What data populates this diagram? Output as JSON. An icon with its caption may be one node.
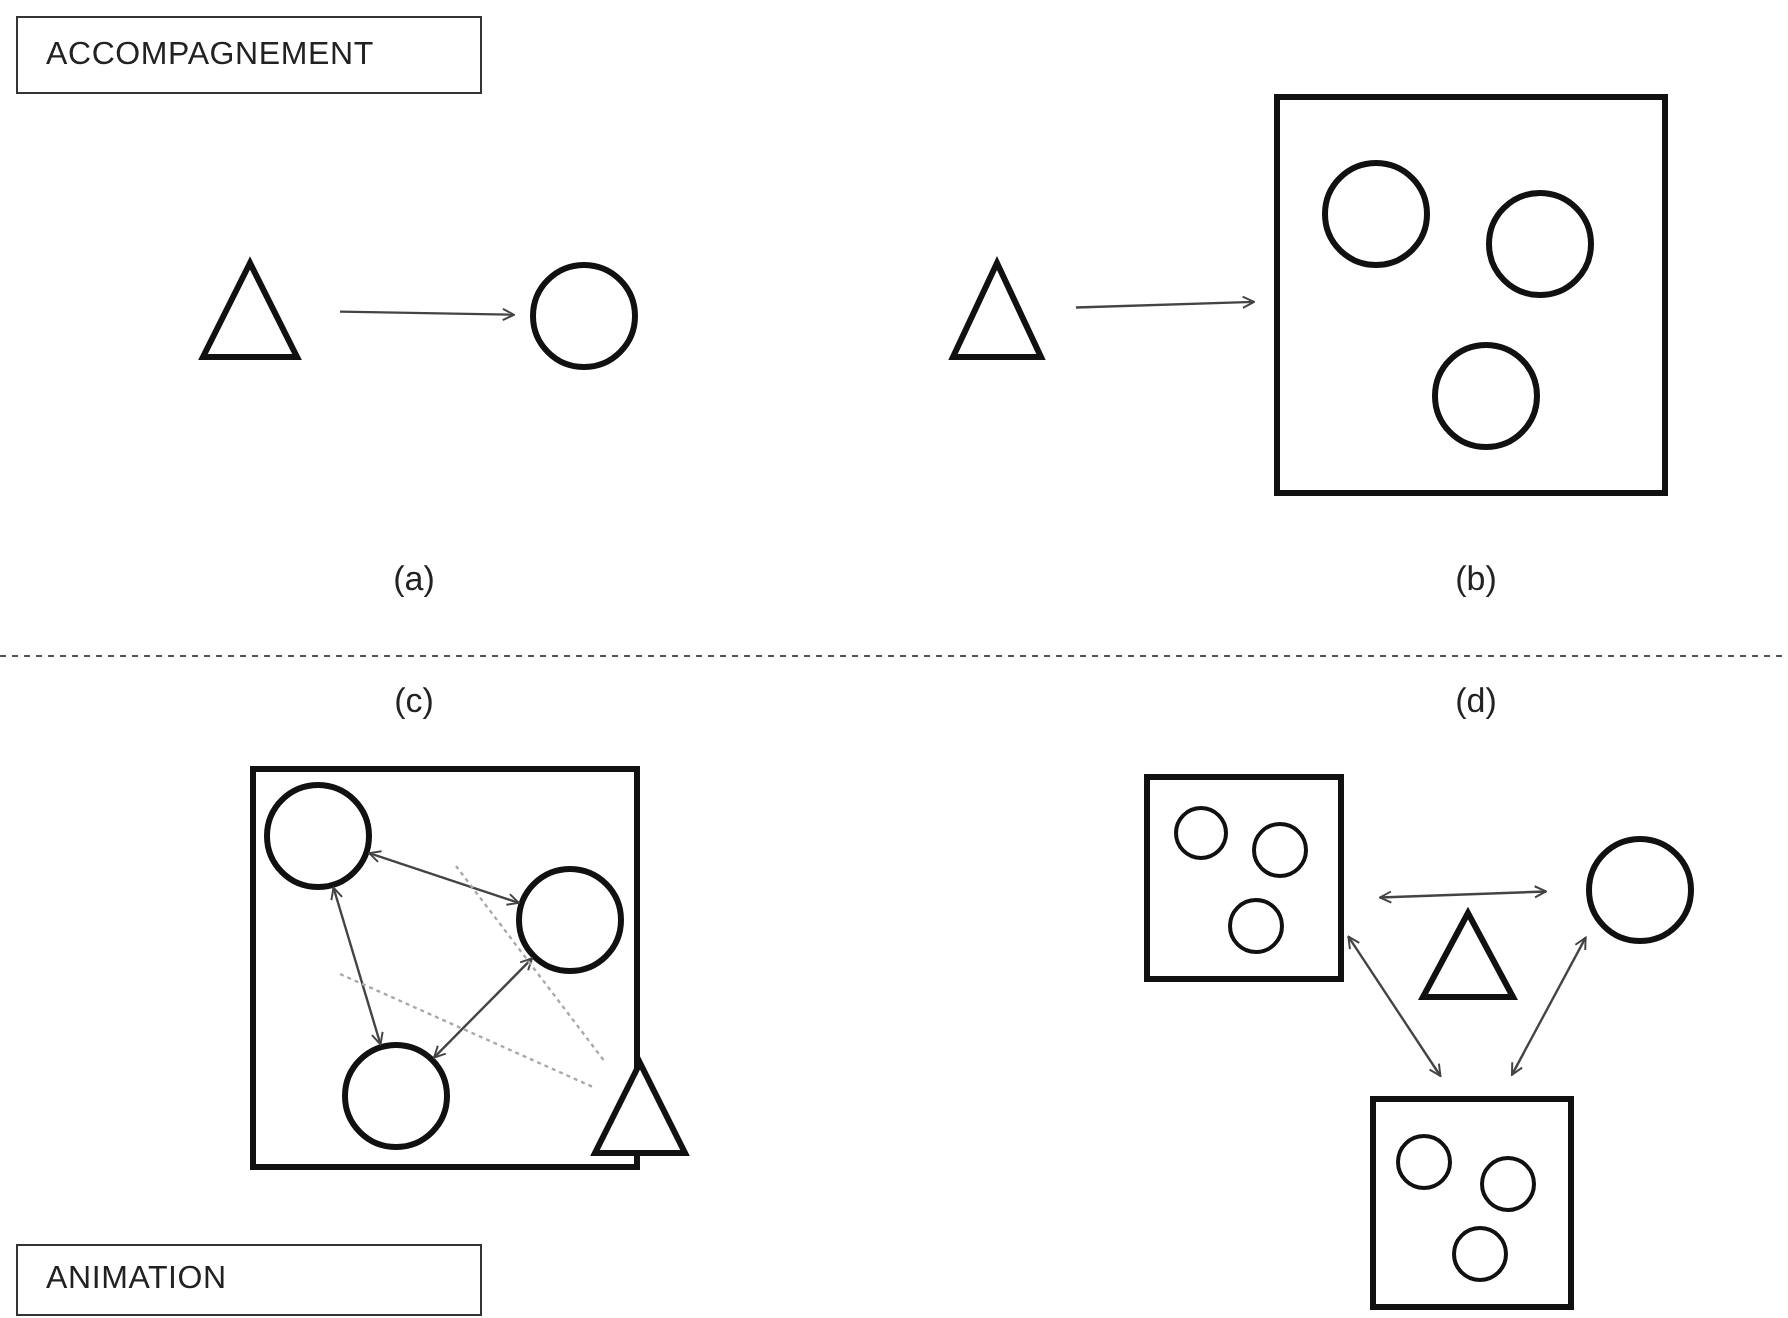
{
  "diagram": {
    "nodes": [
      {
        "text": [
          "ACCOMPAGNEMENT"
        ]
      },
      {
        "text": [],
        "shape": "triangle"
      },
      {
        "text": [],
        "shape": "circle"
      },
      {
        "text": [],
        "shape": "triangle"
      },
      {
        "text": [],
        "shape": "box"
      },
      {
        "text": [],
        "shape": "circle",
        "in": 4
      },
      {
        "text": [],
        "shape": "circle",
        "in": 4
      },
      {
        "text": [],
        "shape": "circle",
        "in": 4
      },
      {
        "text": [],
        "shape": "box"
      },
      {
        "text": [],
        "shape": "circle",
        "in": 8
      },
      {
        "text": [],
        "shape": "circle",
        "in": 8
      },
      {
        "text": [],
        "shape": "circle",
        "in": 8
      },
      {
        "text": [],
        "shape": "triangle"
      },
      {
        "text": [],
        "shape": "box"
      },
      {
        "text": [],
        "shape": "circle",
        "in": 13
      },
      {
        "text": [],
        "shape": "circle",
        "in": 13
      },
      {
        "text": [],
        "shape": "circle",
        "in": 13
      },
      {
        "text": [],
        "shape": "triangle"
      },
      {
        "text": [],
        "shape": "circle"
      },
      {
        "text": [],
        "shape": "box"
      },
      {
        "text": [],
        "shape": "circle",
        "in": 19
      },
      {
        "text": [],
        "shape": "circle",
        "in": 19
      },
      {
        "text": [],
        "shape": "circle",
        "in": 19
      },
      {
        "text": [
          "ANIMATION"
        ]
      }
    ],
    "edges": [
      {
        "from": 1,
        "to": 2,
        "arrow": "to"
      },
      {
        "from": 3,
        "to": 4,
        "arrow": "to"
      },
      {
        "from": 9,
        "to": 10,
        "arrow": "both"
      },
      {
        "from": 9,
        "to": 11,
        "arrow": "both"
      },
      {
        "from": 11,
        "to": 10,
        "arrow": "both"
      },
      {
        "from": 12,
        "to": null,
        "arrow": "none",
        "style": "dashed",
        "color": "#aaaaaa"
      },
      {
        "from": 12,
        "to": null,
        "arrow": "none",
        "style": "dashed",
        "color": "#aaaaaa"
      },
      {
        "from": 13,
        "to": 18,
        "arrow": "both"
      },
      {
        "from": 13,
        "to": 19,
        "arrow": "both"
      },
      {
        "from": 18,
        "to": 19,
        "arrow": "both"
      }
    ],
    "labels": [
      "(a)",
      "(b)",
      "(c)",
      "(d)"
    ]
  }
}
